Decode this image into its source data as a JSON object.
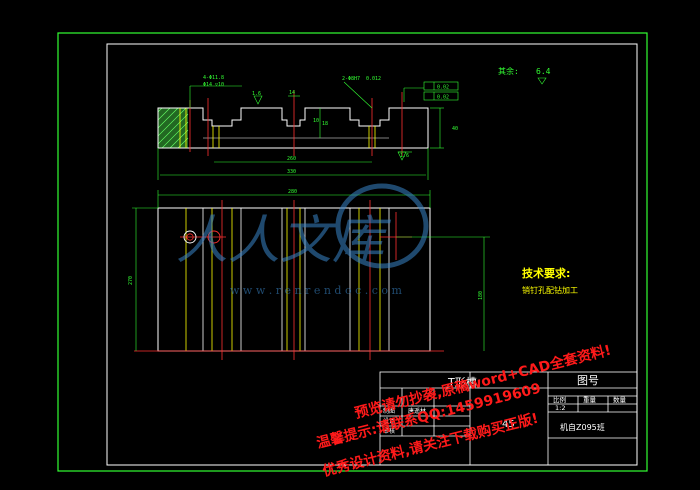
{
  "annotations": {
    "surface_finish": "其余:",
    "finish_value": "6.4",
    "hole_callout_1": "4-Φ11.8",
    "hole_callout_2": "Φ14 ▽10",
    "roughness_a": "1.6",
    "roughness_b": "1.6",
    "slot_width": "14",
    "dim_h1": "10",
    "dim_h2": "18",
    "dim_total_h": "40",
    "pin_callout": "2-Φ8H7",
    "tolerance_small": "0.012",
    "gdt_flatness": "0.02",
    "gdt_parallel": "0.02",
    "dim_inner_width": "260",
    "dim_overall_width": "330",
    "dim_plan_width": "280",
    "dim_plan_height": "270",
    "dim_plan_height_right": "180"
  },
  "tech_req": {
    "title": "技术要求:",
    "line1": "销钉孔配钻加工"
  },
  "title_block": {
    "part_name": "T形槽",
    "scale_label": "比例",
    "weight_label": "重量",
    "qty_label": "数量",
    "drawing_no_label": "图号",
    "scale_value": "1:2",
    "material": "45",
    "row_drawn": "制图",
    "row_design": "设计",
    "row_check": "审核",
    "designer_name": "唐遥林",
    "company": "机自Z095班"
  },
  "watermark": {
    "brand": "人人文库",
    "url": "w w w . r e n r e n d o c . c o m",
    "line1": "预览请勿抄袭,原稿word+CAD全套资料!",
    "line2": "温馨提示:请联系QQ:1459919609",
    "line3": "优秀设计资料,请关注下载购买正版!"
  },
  "colors": {
    "frame": "#33ff33",
    "outline": "#ffffff",
    "hidden": "#ffff00",
    "center": "#ff3030",
    "watermark": "#3a86c8",
    "promo": "#ff1a1a"
  }
}
